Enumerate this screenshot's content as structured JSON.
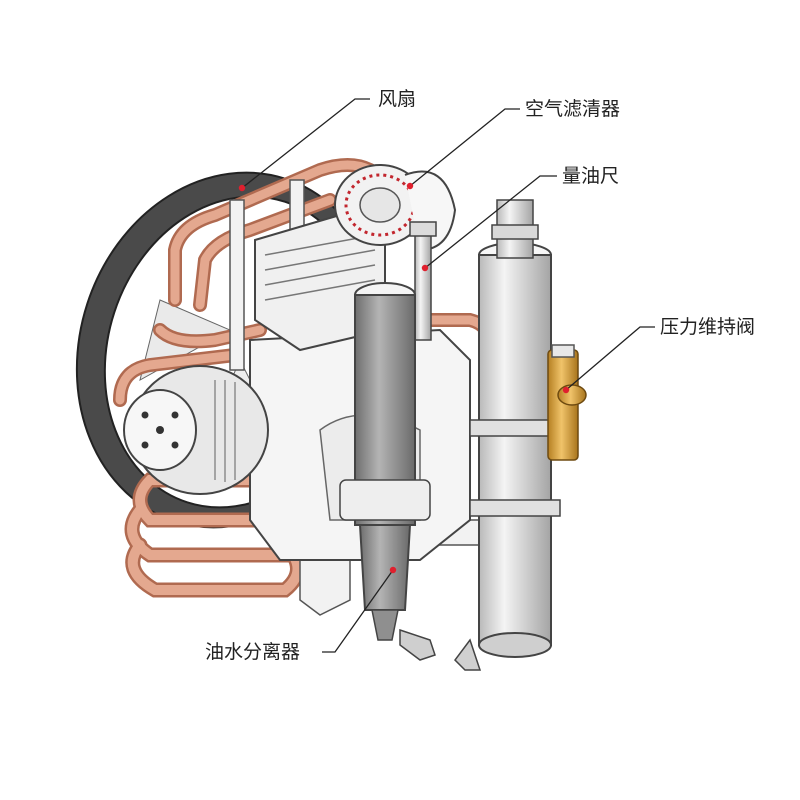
{
  "labels": {
    "fan": "风扇",
    "air_filter": "空气滤清器",
    "dipstick": "量油尺",
    "pressure_valve": "压力维持阀",
    "oil_water_separator": "油水分离器"
  },
  "colors": {
    "copper": "#d8957a",
    "copper_dark": "#b06a50",
    "metal": "#e4e4e4",
    "metal_dark": "#8c8c8c",
    "fan_wheel": "#4a4a4a",
    "separator_body": "#9a9a9a",
    "brass": "#d9a441",
    "marker": "#e0202e",
    "leader": "#222222"
  }
}
